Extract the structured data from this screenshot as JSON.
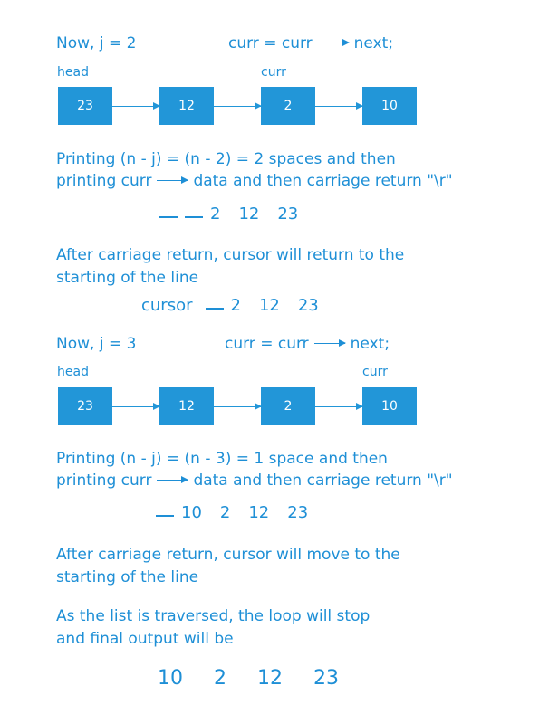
{
  "section1": {
    "now": "Now,  j = 2",
    "curr_stmt_left": "curr = curr",
    "curr_stmt_right": "next;",
    "head_label": "head",
    "curr_label": "curr",
    "nodes": [
      "23",
      "12",
      "2",
      "10"
    ],
    "print_line1": "Printing (n - j)  =  (n - 2)  = 2 spaces  and then",
    "print_line2_left": "printing curr",
    "print_line2_right": "data  and  then  carriage return \"\\r\"",
    "output": [
      "2",
      "12",
      "23"
    ],
    "after_line1": "After  carriage return,  cursor will return to the",
    "after_line2": "starting of the line",
    "cursor_label": "cursor",
    "cursor_output": [
      "2",
      "12",
      "23"
    ]
  },
  "section2": {
    "now": "Now,  j = 3",
    "curr_stmt_left": "curr = curr",
    "curr_stmt_right": "next;",
    "head_label": "head",
    "curr_label": "curr",
    "nodes": [
      "23",
      "12",
      "2",
      "10"
    ],
    "print_line1": "Printing (n - j)  =  (n - 3)  = 1 space  and then",
    "print_line2_left": "printing curr",
    "print_line2_right": "data  and  then  carriage return \"\\r\"",
    "output": [
      "10",
      "2",
      "12",
      "23"
    ],
    "after_line1": "After  carriage return,  cursor will move to the",
    "after_line2": "starting of the line"
  },
  "conclusion": {
    "line1": "As the list is traversed,  the loop will stop",
    "line2": "and final output will be",
    "final_output": [
      "10",
      "2",
      "12",
      "23"
    ]
  },
  "colors": {
    "text": "#1e8fd6",
    "node_fill": "#2296d8",
    "node_text": "#ffffff"
  }
}
